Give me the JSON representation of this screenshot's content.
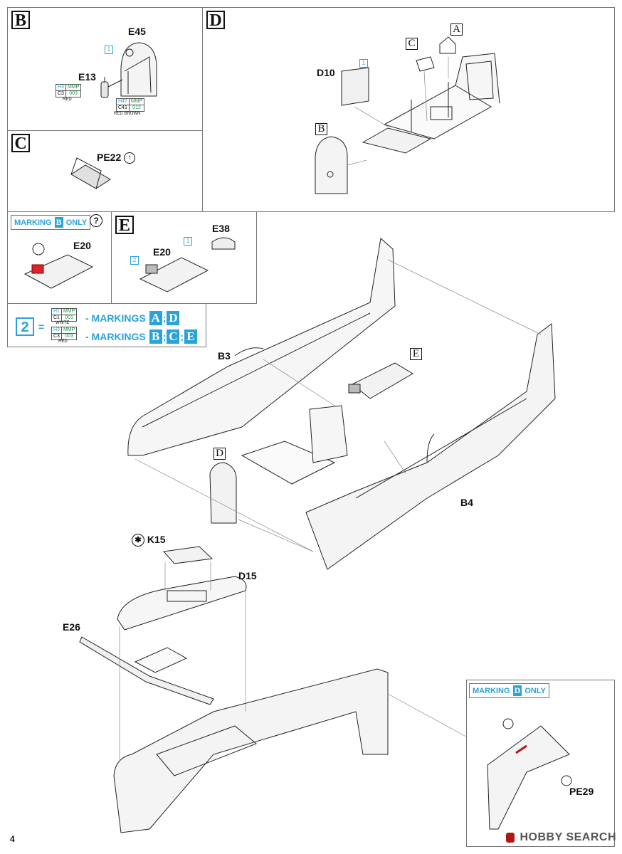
{
  "page_number": "4",
  "watermark": "HOBBY SEARCH",
  "panel_b": {
    "letter": "B",
    "part_e45": "E45",
    "part_e13": "E13",
    "callout_1": "1",
    "color_red": {
      "h": "H3",
      "mmp": "MMP",
      "c": "C3",
      "code": "003",
      "name": "RED"
    },
    "color_redbrown": {
      "h": "H47",
      "mmp": "MMP",
      "c": "C41",
      "code": "012",
      "name": "RED BROWN"
    }
  },
  "panel_c": {
    "letter": "C",
    "part_pe22": "PE22"
  },
  "panel_d": {
    "letter": "D",
    "part_d10": "D10",
    "callout_1": "1",
    "sub_a": "A",
    "sub_b": "B",
    "sub_c": "C"
  },
  "panel_marking_b": {
    "banner_prefix": "MARKING",
    "banner_letter": "B",
    "banner_suffix": "ONLY",
    "question": "?",
    "part_e20": "E20"
  },
  "panel_e": {
    "letter": "E",
    "part_e38": "E38",
    "part_e20": "E20",
    "callout_1": "1",
    "callout_2": "2"
  },
  "legend": {
    "num": "2",
    "eq": "=",
    "row1": {
      "h": "H1",
      "mmp": "MMP",
      "c": "C1",
      "code": "001",
      "name": "WHITE",
      "text": "- MARKINGS",
      "m1": "A",
      "sep": ";",
      "m2": "D"
    },
    "row2": {
      "h": "H3",
      "mmp": "MMP",
      "c": "C3",
      "code": "003",
      "name": "RED",
      "text": "- MARKINGS",
      "m1": "B",
      "sep1": ";",
      "m2": "C",
      "sep2": ";",
      "m3": "E"
    }
  },
  "main": {
    "part_b3": "B3",
    "part_b4": "B4",
    "sub_d": "D",
    "sub_e": "E",
    "part_k15": "K15",
    "part_d15": "D15",
    "part_e26": "E26"
  },
  "panel_marking_d": {
    "banner_prefix": "MARKING",
    "banner_letter": "D",
    "banner_suffix": "ONLY",
    "part_pe29": "PE29"
  }
}
